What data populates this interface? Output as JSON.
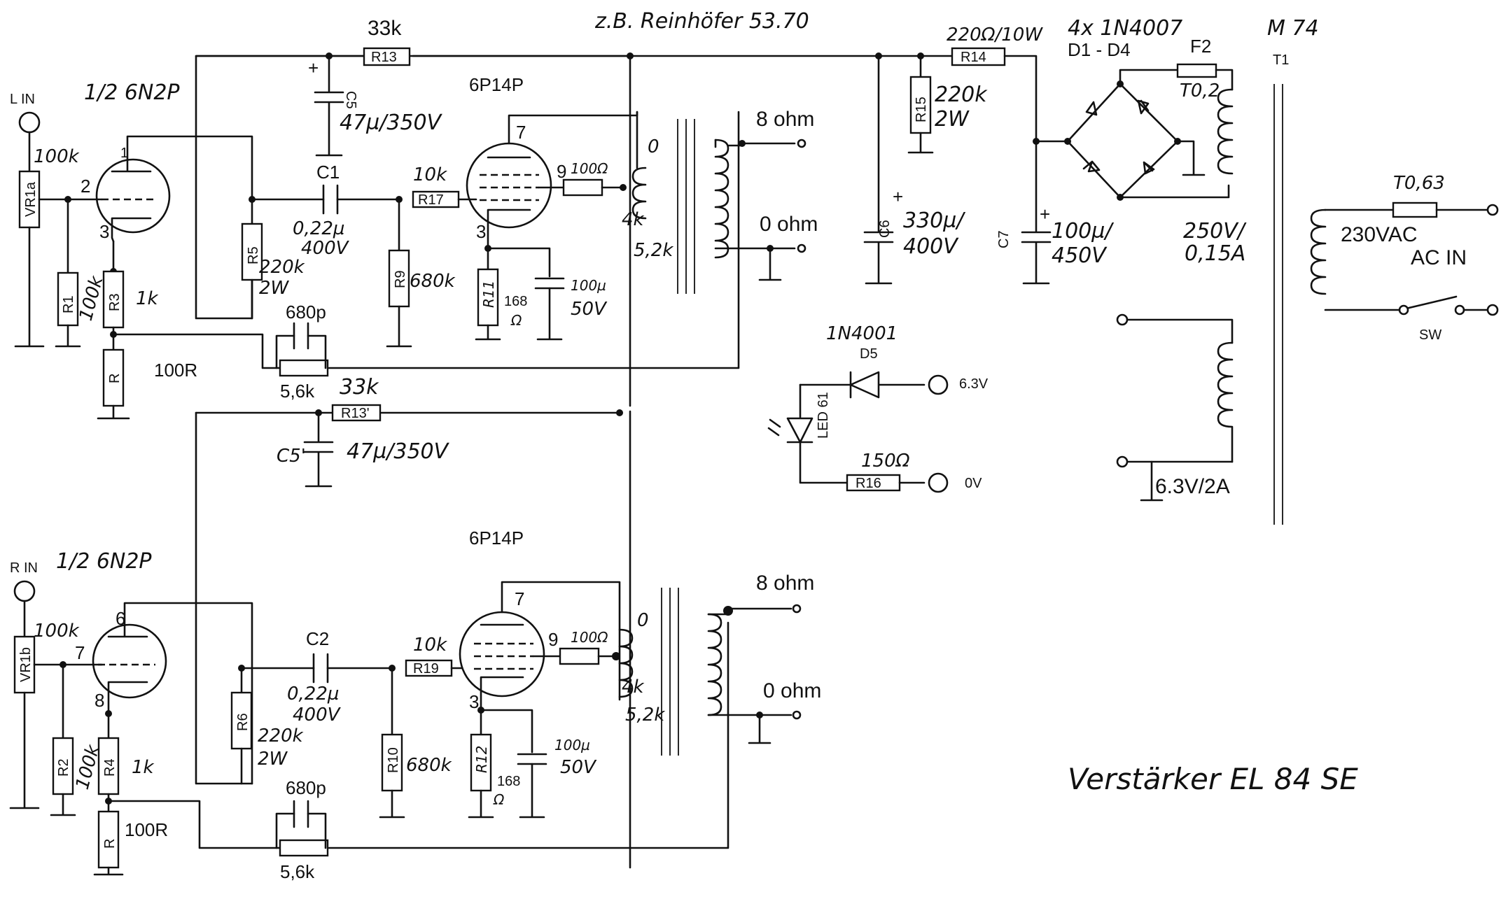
{
  "header": {
    "supplier_note": "z.B. Reinhöfer 53.70",
    "title": "Verstärker  EL 84  SE"
  },
  "left": {
    "input_label": "L  IN",
    "pot": {
      "ref": "VR1a",
      "value": "100k"
    },
    "r1": {
      "ref": "R1",
      "value": "100k"
    },
    "triode": {
      "type": "1/2  6N2P",
      "grid_pin": "2",
      "plate_pin": "1",
      "cathode_pin": "3"
    },
    "r3": {
      "ref": "R3",
      "value": "1k"
    },
    "r_cathode": {
      "ref": "R",
      "value": "100R"
    },
    "feedback_c": {
      "value": "680p"
    },
    "feedback_r": {
      "value": "5,6k"
    },
    "r5": {
      "ref": "R5",
      "value": "220k",
      "power": "2W"
    },
    "c1": {
      "ref": "C1",
      "value": "0,22µ",
      "voltage": "400V"
    },
    "r9": {
      "ref": "R9",
      "value": "680k"
    },
    "r17": {
      "ref": "R17",
      "value": "10k"
    },
    "pentode": {
      "type": "6P14P",
      "plate_pin": "7",
      "screen_pin": "9",
      "cathode_pin": "3"
    },
    "screen_r": {
      "value": "100Ω"
    },
    "r11": {
      "ref": "R11",
      "value": "168",
      "unit": "Ω"
    },
    "cathode_c": {
      "value": "100µ",
      "voltage": "50V"
    },
    "ot": {
      "primary_top": "0",
      "primary_tap": "4k",
      "primary_impedance": "5,2k"
    },
    "output": {
      "tap_high": "8 ohm",
      "tap_low": "0 ohm"
    }
  },
  "right": {
    "input_label": "R  IN",
    "pot": {
      "ref": "VR1b",
      "value": "100k"
    },
    "r2": {
      "ref": "R2",
      "value": "100k"
    },
    "triode": {
      "type": "1/2  6N2P",
      "grid_pin": "7",
      "plate_pin": "6",
      "cathode_pin": "8"
    },
    "r4": {
      "ref": "R4",
      "value": "1k"
    },
    "r_cathode": {
      "ref": "R",
      "value": "100R"
    },
    "feedback_c": {
      "value": "680p"
    },
    "feedback_r": {
      "value": "5,6k"
    },
    "r6": {
      "ref": "R6",
      "value": "220k",
      "power": "2W"
    },
    "c2": {
      "ref": "C2",
      "value": "0,22µ",
      "voltage": "400V"
    },
    "r10": {
      "ref": "R10",
      "value": "680k"
    },
    "r19": {
      "ref": "R19",
      "value": "10k"
    },
    "pentode": {
      "type": "6P14P",
      "plate_pin": "7",
      "screen_pin": "9",
      "cathode_pin": "3"
    },
    "screen_r": {
      "value": "100Ω"
    },
    "r12": {
      "ref": "R12",
      "value": "168",
      "unit": "Ω"
    },
    "cathode_c": {
      "value": "100µ",
      "voltage": "50V"
    },
    "ot": {
      "primary_top": "0",
      "primary_tap": "4k",
      "primary_impedance": "5,2k"
    },
    "output": {
      "tap_high": "8 ohm",
      "tap_low": "0 ohm"
    }
  },
  "supply": {
    "r13": {
      "ref": "R13",
      "value": "33k"
    },
    "c5": {
      "ref": "C5",
      "value": "47µ/350V",
      "polarity": "+"
    },
    "r13b": {
      "ref": "R13'",
      "value": "33k"
    },
    "c5b": {
      "ref": "C5'",
      "value": "47µ/350V"
    },
    "c6": {
      "ref": "C6",
      "value": "330µ/",
      "voltage": "400V",
      "polarity": "+"
    },
    "r15": {
      "ref": "R15",
      "value": "220k",
      "power": "2W"
    },
    "r14": {
      "ref": "R14",
      "value": "220Ω/10W"
    },
    "c7": {
      "ref": "C7",
      "value": "100µ/",
      "voltage": "450V",
      "polarity": "+"
    },
    "f2": {
      "ref": "F2",
      "rating": "T0,2"
    },
    "hv_secondary": {
      "voltage": "250V/",
      "current": "0,15A"
    },
    "mains_fuse": {
      "rating": "T0,63"
    },
    "mains": {
      "voltage": "230VAC",
      "label": "AC  IN",
      "switch": "SW"
    },
    "heater": {
      "rating": "6.3V/2A"
    }
  },
  "power_supply": {
    "diodes": {
      "type": "4x 1N4007",
      "ref": "D1  -  D4"
    },
    "transformer": {
      "model": "M 74",
      "ref": "T1"
    }
  },
  "indicator": {
    "d5": {
      "type": "1N4001",
      "ref": "D5"
    },
    "led": {
      "ref": "LED 61"
    },
    "r16": {
      "ref": "R16",
      "value": "150Ω"
    },
    "v_supply": "6.3V",
    "v_ground": "0V"
  }
}
